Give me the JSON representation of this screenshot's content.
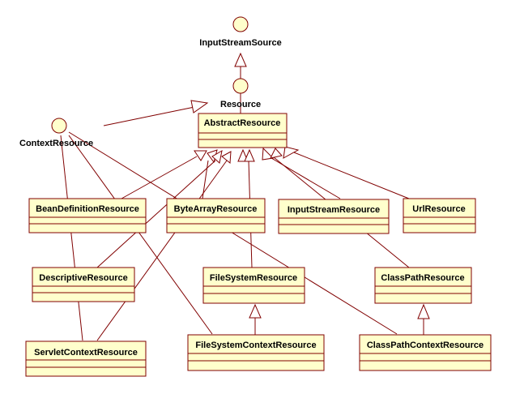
{
  "interfaces": {
    "input_stream_source": "InputStreamSource",
    "resource": "Resource",
    "context_resource": "ContextResource"
  },
  "classes": {
    "abstract_resource": "AbstractResource",
    "bean_definition_resource": "BeanDefinitionResource",
    "byte_array_resource": "ByteArrayResource",
    "input_stream_resource": "InputStreamResource",
    "url_resource": "UrlResource",
    "descriptive_resource": "DescriptiveResource",
    "file_system_resource": "FileSystemResource",
    "class_path_resource": "ClassPathResource",
    "servlet_context_resource": "ServletContextResource",
    "file_system_context_resource": "FileSystemContextResource",
    "class_path_context_resource": "ClassPathContextResource"
  },
  "colors": {
    "box_fill": "#ffffcc",
    "line": "#800000"
  }
}
